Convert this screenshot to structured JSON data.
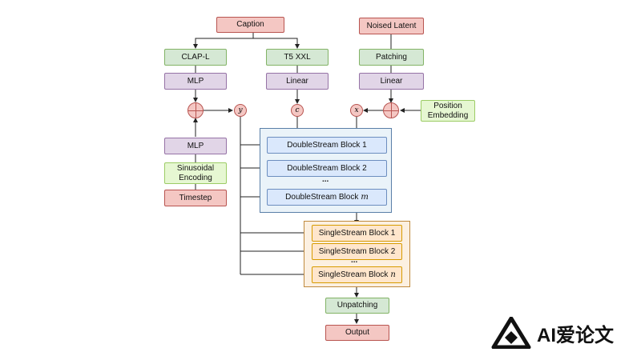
{
  "nodes": {
    "caption": "Caption",
    "clap": "CLAP-L",
    "t5": "T5 XXL",
    "mlp_top": "MLP",
    "linear_t5": "Linear",
    "noised_latent": "Noised Latent",
    "patching": "Patching",
    "linear_right": "Linear",
    "position_embedding_1": "Position",
    "position_embedding_2": "Embedding",
    "mlp_bottom": "MLP",
    "sinusoidal_1": "Sinusoidal",
    "sinusoidal_2": "Encoding",
    "timestep": "Timestep",
    "unpatching": "Unpatching",
    "output": "Output"
  },
  "variables": {
    "y": "y",
    "c": "c",
    "x": "x"
  },
  "double_stream": {
    "block_1": "DoubleStream Block 1",
    "block_2": "DoubleStream Block 2",
    "ellipsis": "...",
    "block_m_prefix": "DoubleStream Block",
    "block_m_symbol": "m"
  },
  "single_stream": {
    "block_1": "SingleStream Block 1",
    "block_2": "SingleStream Block 2",
    "ellipsis": "...",
    "block_n_prefix": "SingleStream Block",
    "block_n_symbol": "n"
  },
  "watermark": {
    "text": "AI爱论文"
  }
}
